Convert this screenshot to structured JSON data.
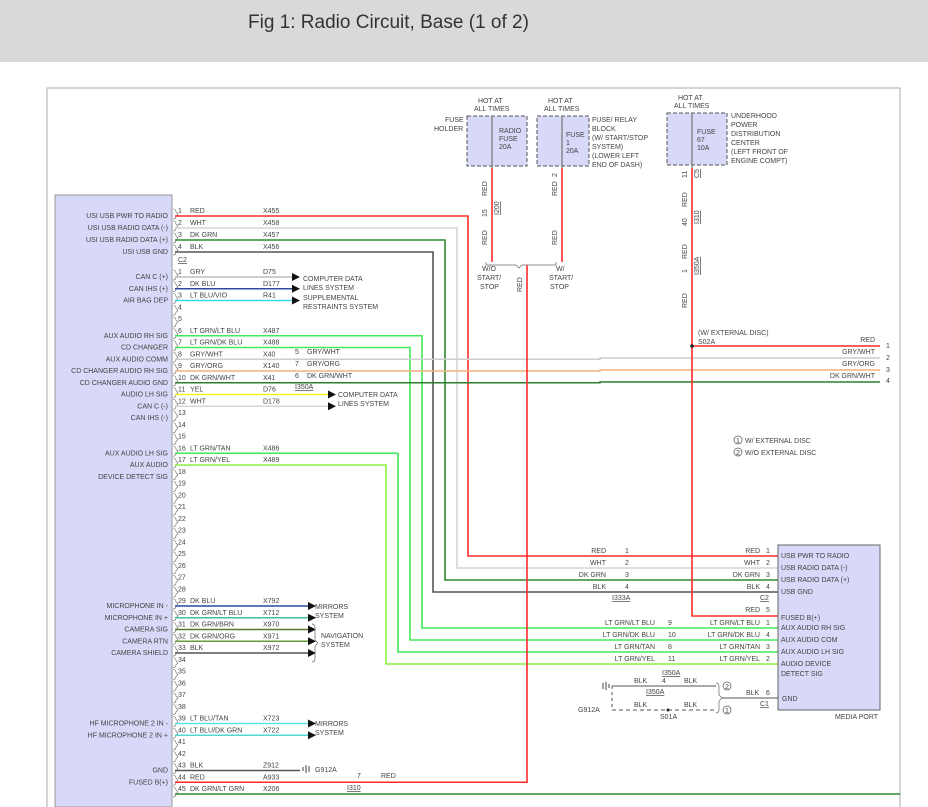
{
  "header": {
    "title": "Fig 1: Radio Circuit, Base (1 of 2)"
  },
  "colors": {
    "RED": "#ff2b2b",
    "WHT": "#d6d6d6",
    "DK GRN": "#2e8b2e",
    "BLK": "#555555",
    "GRY": "#bdbdbd",
    "DK BLU": "#2d4a9c",
    "LT BLU/VIO": "#3ad8f0",
    "LT GRN/LT BLU": "#45e85a",
    "LT GRN/DK BLU": "#45e85a",
    "GRY/WHT": "#cccccc",
    "GRY/ORG": "#f2b27a",
    "DK GRN/WHT": "#2e7d2e",
    "YEL": "#f2f21f",
    "LT GRN/TAN": "#45e85a",
    "LT GRN/YEL": "#8cf03c",
    "DK GRN/LT BLU": "#3fbf9f",
    "DK GRN/BRN": "#5a7a2a",
    "DK GRN/ORG": "#6a9a3a",
    "LT BLU/TAN": "#5ae6e6",
    "LT BLU/DK GRN": "#4fd8d8",
    "DK GRN/LT GRN": "#2e8b2e",
    "connector_fill": "#d8d8f8"
  },
  "radio": {
    "c2_label": "C2",
    "c2_pins": [
      {
        "pin": "1",
        "color": "RED",
        "circuit": "X455",
        "func": "USI USB PWR TO RADIO"
      },
      {
        "pin": "2",
        "color": "WHT",
        "circuit": "X458",
        "func": "USI USB RADIO DATA (-)"
      },
      {
        "pin": "3",
        "color": "DK GRN",
        "circuit": "X457",
        "func": "USI USB RADIO DATA (+)"
      },
      {
        "pin": "4",
        "color": "BLK",
        "circuit": "X456",
        "func": "USI USB GND"
      }
    ],
    "pins": [
      {
        "pin": "1",
        "color": "GRY",
        "circuit": "D75",
        "func": "CAN C (+)"
      },
      {
        "pin": "2",
        "color": "DK BLU",
        "circuit": "D177",
        "func": "CAN IHS (+)"
      },
      {
        "pin": "3",
        "color": "LT BLU/VIO",
        "circuit": "R41",
        "func": "AIR BAG DEP"
      },
      {
        "pin": "4"
      },
      {
        "pin": "5"
      },
      {
        "pin": "6",
        "color": "LT GRN/LT BLU",
        "circuit": "X487",
        "func": "AUX AUDIO RH SIG"
      },
      {
        "pin": "7",
        "color": "LT GRN/DK BLU",
        "circuit": "X488",
        "func": "CD CHANGER"
      },
      {
        "pin": "8",
        "color": "GRY/WHT",
        "circuit": "X40",
        "func": "AUX AUDIO COMM"
      },
      {
        "pin": "9",
        "color": "GRY/ORG",
        "circuit": "X140",
        "func": "CD CHANGER AUDIO RH SIG"
      },
      {
        "pin": "10",
        "color": "DK GRN/WHT",
        "circuit": "X41",
        "func": "CD CHANGER AUDIO GND"
      },
      {
        "pin": "11",
        "color": "YEL",
        "circuit": "D76",
        "func": "AUDIO LH SIG"
      },
      {
        "pin": "12",
        "color": "WHT",
        "circuit": "D178",
        "func": "CAN C (-)"
      },
      {
        "pin": "13",
        "func": "CAN IHS (-)"
      },
      {
        "pin": "14"
      },
      {
        "pin": "15"
      },
      {
        "pin": "16",
        "color": "LT GRN/TAN",
        "circuit": "X486",
        "func": "AUX AUDIO LH SIG"
      },
      {
        "pin": "17",
        "color": "LT GRN/YEL",
        "circuit": "X489",
        "func": "AUX AUDIO"
      },
      {
        "pin": "18",
        "func": "DEVICE DETECT SIG"
      },
      {
        "pin": "19"
      },
      {
        "pin": "20"
      },
      {
        "pin": "21"
      },
      {
        "pin": "22"
      },
      {
        "pin": "23"
      },
      {
        "pin": "24"
      },
      {
        "pin": "25"
      },
      {
        "pin": "26"
      },
      {
        "pin": "27"
      },
      {
        "pin": "28"
      },
      {
        "pin": "29",
        "color": "DK BLU",
        "circuit": "X792",
        "func": "MICROPHONE IN -"
      },
      {
        "pin": "30",
        "color": "DK GRN/LT BLU",
        "circuit": "X712",
        "func": "MICROPHONE IN +"
      },
      {
        "pin": "31",
        "color": "DK GRN/BRN",
        "circuit": "X970",
        "func": "CAMERA SIG"
      },
      {
        "pin": "32",
        "color": "DK GRN/ORG",
        "circuit": "X971",
        "func": "CAMERA RTN"
      },
      {
        "pin": "33",
        "color": "BLK",
        "circuit": "X972",
        "func": "CAMERA SHIELD"
      },
      {
        "pin": "34"
      },
      {
        "pin": "35"
      },
      {
        "pin": "36"
      },
      {
        "pin": "37"
      },
      {
        "pin": "38"
      },
      {
        "pin": "39",
        "color": "LT BLU/TAN",
        "circuit": "X723",
        "func": "HF MICROPHONE 2 IN -"
      },
      {
        "pin": "40",
        "color": "LT BLU/DK GRN",
        "circuit": "X722",
        "func": "HF MICROPHONE 2 IN +"
      },
      {
        "pin": "41"
      },
      {
        "pin": "42"
      },
      {
        "pin": "43",
        "color": "BLK",
        "circuit": "Z912",
        "func": "GND"
      },
      {
        "pin": "44",
        "color": "RED",
        "circuit": "A933",
        "func": "FUSED B(+)"
      },
      {
        "pin": "45",
        "color": "DK GRN/LT GRN",
        "circuit": "X206",
        "func": ""
      }
    ]
  },
  "destinations": {
    "computer_data_1": "COMPUTER DATA",
    "computer_data_2": "LINES SYSTEM",
    "srs_1": "SUPPLEMENTAL",
    "srs_2": "RESTRAINTS SYSTEM",
    "mirrors_1": "MIRRORS",
    "mirrors_2": "SYSTEM",
    "nav_1": "NAVIGATION",
    "nav_2": "SYSTEM",
    "ground": "G912A"
  },
  "inline_i350a": {
    "label": "I350A",
    "pins": [
      {
        "pin": "5",
        "color": "GRY/WHT"
      },
      {
        "pin": "7",
        "color": "GRY/ORG"
      },
      {
        "pin": "6",
        "color": "DK GRN/WHT"
      }
    ]
  },
  "fuses": {
    "hot": "HOT AT",
    "all_times": "ALL TIMES",
    "radio": {
      "holder_1": "FUSE",
      "holder_2": "HOLDER",
      "name_1": "RADIO",
      "name_2": "FUSE",
      "rating": "20A",
      "wire": "RED",
      "inline_pin": "15",
      "inline_conn": "I200"
    },
    "fuse1": {
      "name": "FUSE",
      "num": "1",
      "rating": "20A",
      "pin": "2",
      "wire": "RED",
      "desc": [
        "FUSE/ RELAY",
        "BLOCK",
        "(W/ START/STOP",
        "SYSTEM)",
        "(LOWER LEFT",
        "END OF DASH)"
      ]
    },
    "fuse67": {
      "name": "FUSE",
      "num": "67",
      "rating": "10A",
      "pin": "11",
      "conn": "C5",
      "wire": "RED",
      "desc": [
        "UNDERHOOD",
        "POWER",
        "DISTRIBUTION",
        "CENTER",
        "(LEFT FRONT OF",
        "ENGINE COMPT)"
      ],
      "inline1_pin": "40",
      "inline1_conn": "I310",
      "inline2_pin": "1",
      "inline2_conn": "I350A"
    },
    "wo_ss": [
      "W/O",
      "START/",
      "STOP"
    ],
    "w_ss": [
      "W/",
      "START/",
      "STOP"
    ],
    "joined_wire": "RED"
  },
  "external_disc": {
    "note": "(W/ EXTERNAL DISC)",
    "splice": "S02A",
    "wires": [
      {
        "pin": "1",
        "color": "RED"
      },
      {
        "pin": "2",
        "color": "GRY/WHT"
      },
      {
        "pin": "3",
        "color": "GRY/ORG"
      },
      {
        "pin": "4",
        "color": "DK GRN/WHT"
      }
    ],
    "legend_1": "W/ EXTERNAL DISC",
    "legend_2": "W/O EXTERNAL DISC"
  },
  "media_port": {
    "name": "MEDIA PORT",
    "usb_inline": "I333A",
    "aux_inline": "I350A",
    "c2": "C2",
    "c1": "C1",
    "usb": [
      {
        "in_pin": "1",
        "color": "RED",
        "pin": "1",
        "func": "USB PWR TO RADIO"
      },
      {
        "in_pin": "2",
        "color": "WHT",
        "pin": "2",
        "func": "USB RADIO DATA (-)"
      },
      {
        "in_pin": "3",
        "color": "DK GRN",
        "pin": "3",
        "func": "USB RADIO DATA (+)"
      },
      {
        "in_pin": "4",
        "color": "BLK",
        "pin": "4",
        "func": "USB GND"
      }
    ],
    "fused": {
      "color": "RED",
      "pin": "5",
      "func": "FUSED B(+)"
    },
    "aux": [
      {
        "in_pin": "9",
        "color": "LT GRN/LT BLU",
        "pin": "1",
        "func": "AUX AUDIO RH SIG"
      },
      {
        "in_pin": "10",
        "color": "LT GRN/DK BLU",
        "pin": "4",
        "func": "AUX AUDIO COM"
      },
      {
        "in_pin": "8",
        "color": "LT GRN/TAN",
        "pin": "3",
        "func": "AUX AUDIO LH SIG"
      },
      {
        "in_pin": "11",
        "color": "LT GRN/YEL",
        "pin": "2",
        "func": "AUDIO DEVICE"
      }
    ],
    "aux_func_extra": "DETECT SIG",
    "gnd": {
      "color": "BLK",
      "pin": "6",
      "func": "GND",
      "opt2_pin": "4",
      "opt2_conn": "I350A",
      "opt1_splice": "S01A",
      "ground": "G912A"
    },
    "i310_pin": "7",
    "i310": "I310",
    "i310_wire": "RED"
  }
}
